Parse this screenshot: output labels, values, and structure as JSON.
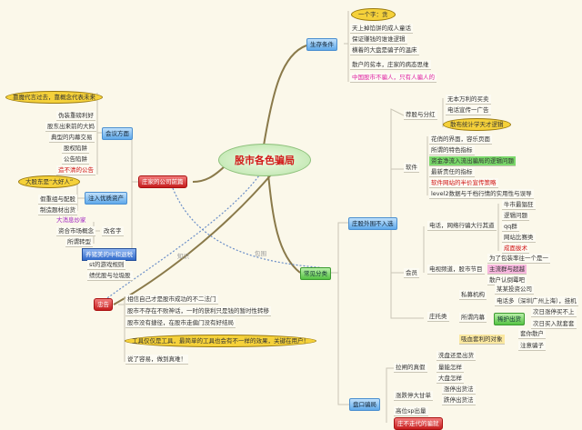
{
  "center": "股市各色骗局",
  "survival": {
    "label": "生存条件",
    "items": [
      "一个字：贪",
      "天上掉馅饼的成人童话",
      "保证赚钱的谁谁逻辑",
      "横着的大盘是骗子的温床",
      "散户的贫本，庄家的病态思维",
      "中国股市不骗人，只有人骗人的"
    ]
  },
  "company": {
    "label": "庄家的公司前篇",
    "meeting": {
      "label": "会议方面",
      "ellipse": "靠魔代言过去，靠概念代表未来",
      "items": [
        "伪装重磅利好",
        "股东出来前的大妈",
        "典型的内幕交易",
        "股权陷阱",
        "公告陷阱",
        "造不清的公告"
      ]
    },
    "inject": {
      "label": "注入优质资产",
      "ellipse": "大股东是“大好人”",
      "items": [
        "假重组与配股",
        "制造题材出货"
      ]
    },
    "rename": {
      "label": "改名字",
      "head": "大消息炒家",
      "items": [
        "资合市场概念",
        "所谓转型"
      ]
    },
    "tax": {
      "label": "养猪美的中和退税",
      "items": [
        "st的游戏规则",
        "绩优股与垃圾股"
      ]
    }
  },
  "advice": {
    "label": "忠告",
    "items": [
      "相信自己才是股市成功的不二法门",
      "股市不存在不败神话，一时的获利只是钱的暂时性转移",
      "股市没有捷径，在股市走偏门没有好结局",
      "工具仅仅是工具，最简单的工具也会有不一样的效果，关键在用户！",
      "说了容易，做到真难！"
    ]
  },
  "link_labels": [
    "知识",
    "包围"
  ],
  "common": {
    "label": "常见分类",
    "outer": {
      "label": "庄股外围不入选"
    },
    "recommend": {
      "label": "荐股与分红",
      "items": [
        "无本万利的买卖",
        "电话宣传一广告",
        "散布统计学天才逻辑"
      ]
    },
    "software": {
      "label": "软件",
      "items": [
        "花俏的界面，容乐页面",
        "所谓的特色指标",
        "资金净流入流出骗局的逻辑问题",
        "最新责任的指标",
        "软件网站的半价宣传策略",
        "level2数据与千档行情的实用性与误导"
      ]
    },
    "member": {
      "label": "会员",
      "phone": {
        "label": "电话，网络行骗大行其道",
        "items": [
          "牛市最猖狂",
          "逻辑问题",
          "qq群",
          "网站比赛类",
          "成面拔术"
        ]
      },
      "tv": {
        "label": "电视频道，股市节目",
        "items": [
          "为了包装率往一个是一",
          "主流群与超越",
          "散户认倒霉吧"
        ]
      }
    },
    "tuo": {
      "label": "庄托类",
      "private": {
        "label": "私募机构",
        "items": [
          "某某投资公司",
          "电话多（深圳广州上海），挂机"
        ]
      },
      "inside": {
        "label": "所谓内幕",
        "sub": "稀护出货",
        "items": [
          "次日涨停买不上",
          "次日买入就套套"
        ]
      },
      "target": {
        "label": "吸血套利的对象",
        "items": [
          "套你散户",
          "注意骗子"
        ]
      }
    }
  },
  "pankou": {
    "label": "盘口骗局",
    "pull": {
      "label": "拉闸的真假",
      "items": [
        "洗盘还是出货",
        "量能怎样",
        "大盘怎样"
      ]
    },
    "limit": {
      "label": "涨跌停大甘单",
      "items": [
        "涨停出货法",
        "跌停出货法"
      ]
    },
    "items": [
      "高位sp出量",
      "庄不走代的骗就"
    ]
  }
}
